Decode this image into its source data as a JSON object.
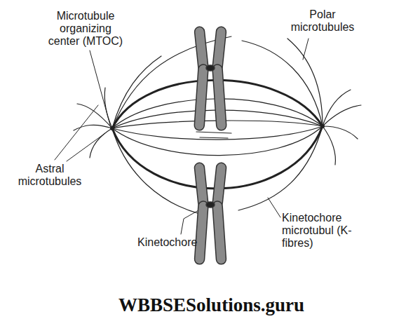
{
  "diagram": {
    "labels": [
      "Microtubule organizing center (MTOC)",
      "Polar microtubules",
      "Astral microtubules",
      "Kinetochore",
      "Kinetochore microtubul (K-fibres)",
      "WBBSESolutions.guru"
    ]
  }
}
